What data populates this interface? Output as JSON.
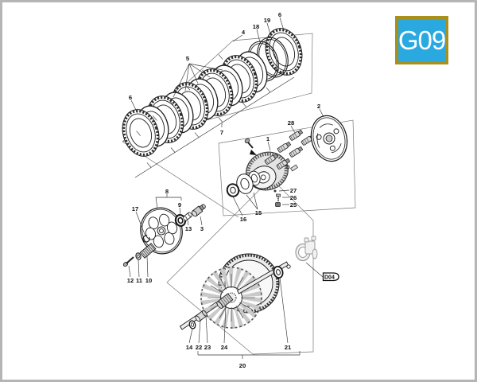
{
  "page": {
    "code_badge": "G09",
    "badge_fill": "#29a9e0",
    "badge_border": "#a9901b",
    "badge_text_color": "#ffffff",
    "frame_color": "#b5b5b5"
  },
  "cross_reference": {
    "label": "D04"
  },
  "diagram": {
    "labels": {
      "6a": "6",
      "5": "5",
      "4": "4",
      "18": "18",
      "19": "19",
      "6b": "6",
      "7": "7",
      "28": "28",
      "1": "1",
      "2": "2",
      "27": "27",
      "26": "26",
      "25": "25",
      "15": "15",
      "16": "16",
      "8": "8",
      "9": "9",
      "17": "17",
      "13": "13",
      "3": "3",
      "12": "12",
      "11": "11",
      "10": "10",
      "14": "14",
      "22": "22",
      "23": "23",
      "24": "24",
      "21": "21",
      "20": "20"
    }
  }
}
